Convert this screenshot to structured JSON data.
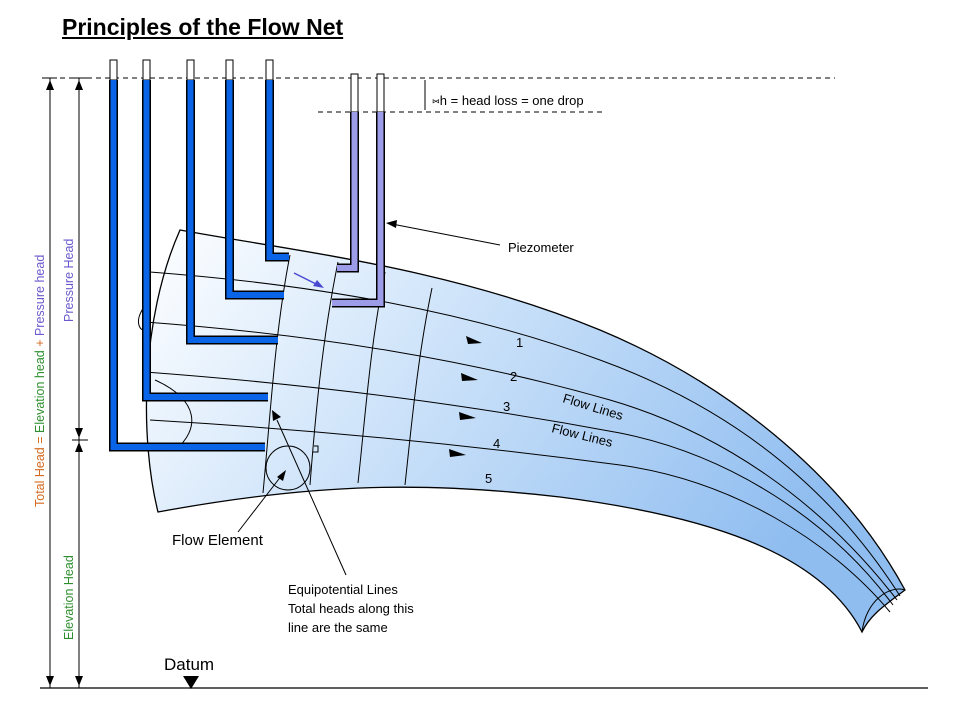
{
  "title": "Principles of the Flow Net",
  "head_loss_label": "⑅h = head loss = one drop",
  "piezometer_label": "Piezometer",
  "flow_line_numbers": [
    "1",
    "2",
    "3",
    "4",
    "5"
  ],
  "flow_lines_labels": [
    "Flow Lines",
    "Flow Lines"
  ],
  "flow_element_label": "Flow Element",
  "equipotential_label_lines": [
    "Equipotential Lines",
    "Total heads along this",
    "line are the same"
  ],
  "datum_label": "Datum",
  "total_head_label": {
    "part1": "Total Head = ",
    "part2": "Elevation head",
    "part3": " + ",
    "part4": "Pressure head"
  },
  "pressure_head_label": "Pressure Head",
  "elevation_head_label": "Elevation Head",
  "colors": {
    "pipe_blue": "#0a64e8",
    "piezometer_purple": "#9c9ce8",
    "total_head_orange": "#d4691e",
    "elevation_green": "#2f8f2f",
    "pressure_purple": "#6a5acd",
    "flow_fill": "#a9cdf5"
  }
}
